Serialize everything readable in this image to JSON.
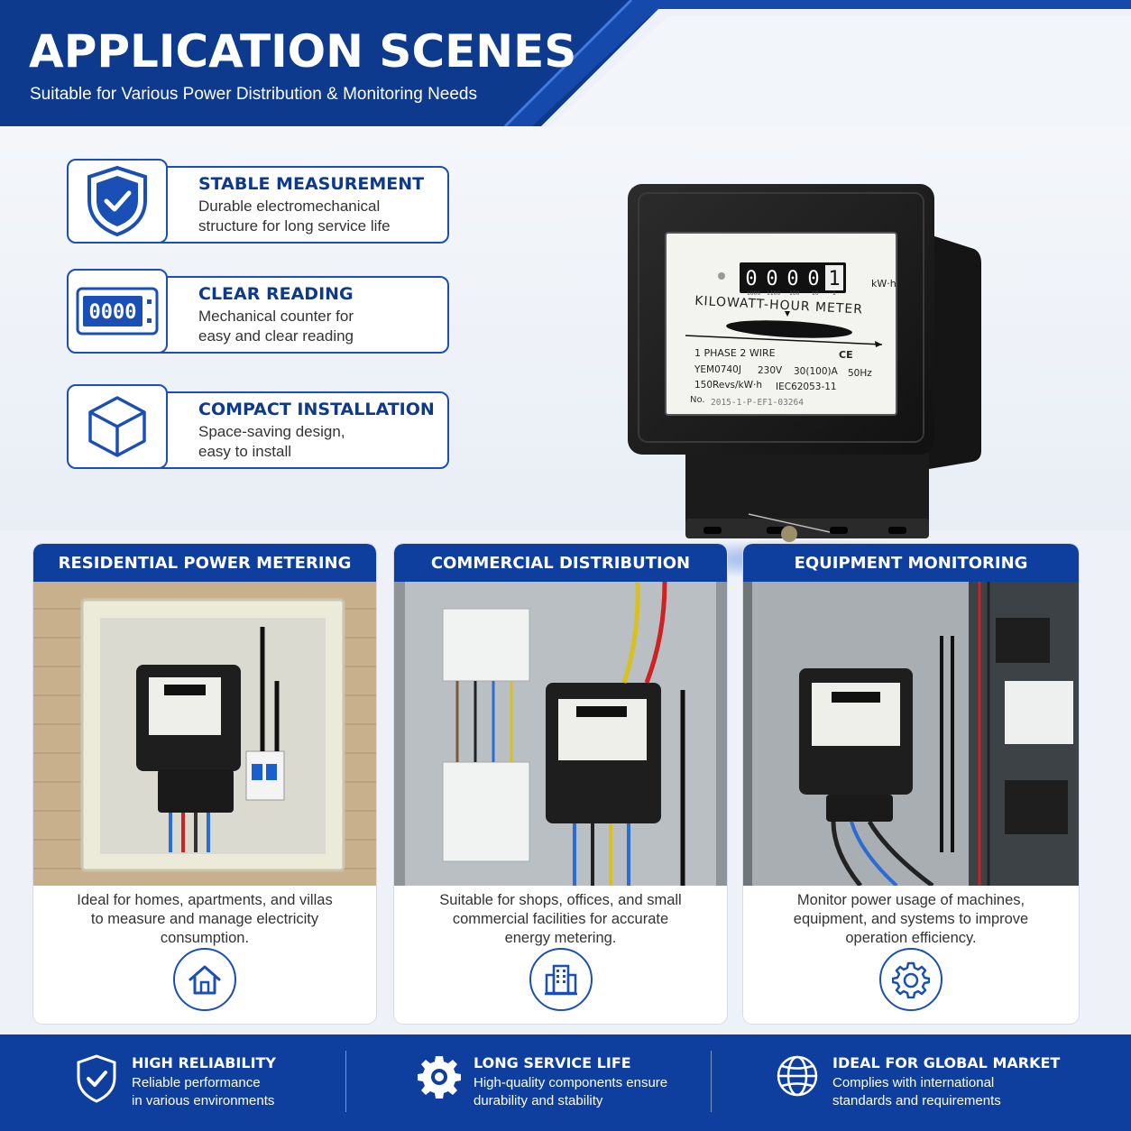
{
  "header": {
    "title": "APPLICATION SCENES",
    "subtitle": "Suitable for Various Power Distribution & Monitoring Needs"
  },
  "features": [
    {
      "icon": "shield-check-icon",
      "title": "STABLE MEASUREMENT",
      "desc": "Durable electromechanical\nstructure for long service life"
    },
    {
      "icon": "counter-icon",
      "counter": "0000",
      "title": "CLEAR READING",
      "desc": "Mechanical counter for\neasy and clear reading"
    },
    {
      "icon": "cube-icon",
      "title": "COMPACT INSTALLATION",
      "desc": "Space-saving design,\neasy to install"
    }
  ],
  "meter": {
    "counter_digits": [
      "0",
      "0",
      "0",
      "0",
      "1"
    ],
    "counter_scale": [
      "1000",
      "1100",
      "100",
      "10",
      "1"
    ],
    "unit": "kW·h",
    "name": "KILOWATT-HOUR METER",
    "phase": "1 PHASE 2 WIRE",
    "marks": "CE",
    "model": "YEM0740J",
    "voltage": "230V",
    "current": "30(100)A",
    "frequency": "50Hz",
    "constant": "150Revs/kW·h",
    "standard": "IEC62053-11",
    "serial_label": "No.",
    "serial": "2015-1-P-EF1-03264"
  },
  "scenes": [
    {
      "title": "RESIDENTIAL POWER METERING",
      "desc": "Ideal for homes, apartments, and villas\nto measure and manage electricity\nconsumption.",
      "icon": "house-icon"
    },
    {
      "title": "COMMERCIAL DISTRIBUTION",
      "desc": "Suitable for shops, offices, and small\ncommercial facilities for accurate\nenergy metering.",
      "icon": "building-icon"
    },
    {
      "title": "EQUIPMENT MONITORING",
      "desc": "Monitor power usage of machines,\nequipment, and systems to improve\noperation efficiency.",
      "icon": "gear-icon"
    }
  ],
  "footer": [
    {
      "icon": "shield-check-icon",
      "title": "HIGH RELIABILITY",
      "desc": "Reliable performance\nin various environments"
    },
    {
      "icon": "gear-icon",
      "title": "LONG SERVICE LIFE",
      "desc": "High-quality components ensure\ndurability and stability"
    },
    {
      "icon": "globe-icon",
      "title": "IDEAL FOR GLOBAL MARKET",
      "desc": "Complies with international\nstandards and requirements"
    }
  ],
  "colors": {
    "brand": "#0d3a8c",
    "accent": "#1a4fb5",
    "background": "#eef2f8"
  }
}
